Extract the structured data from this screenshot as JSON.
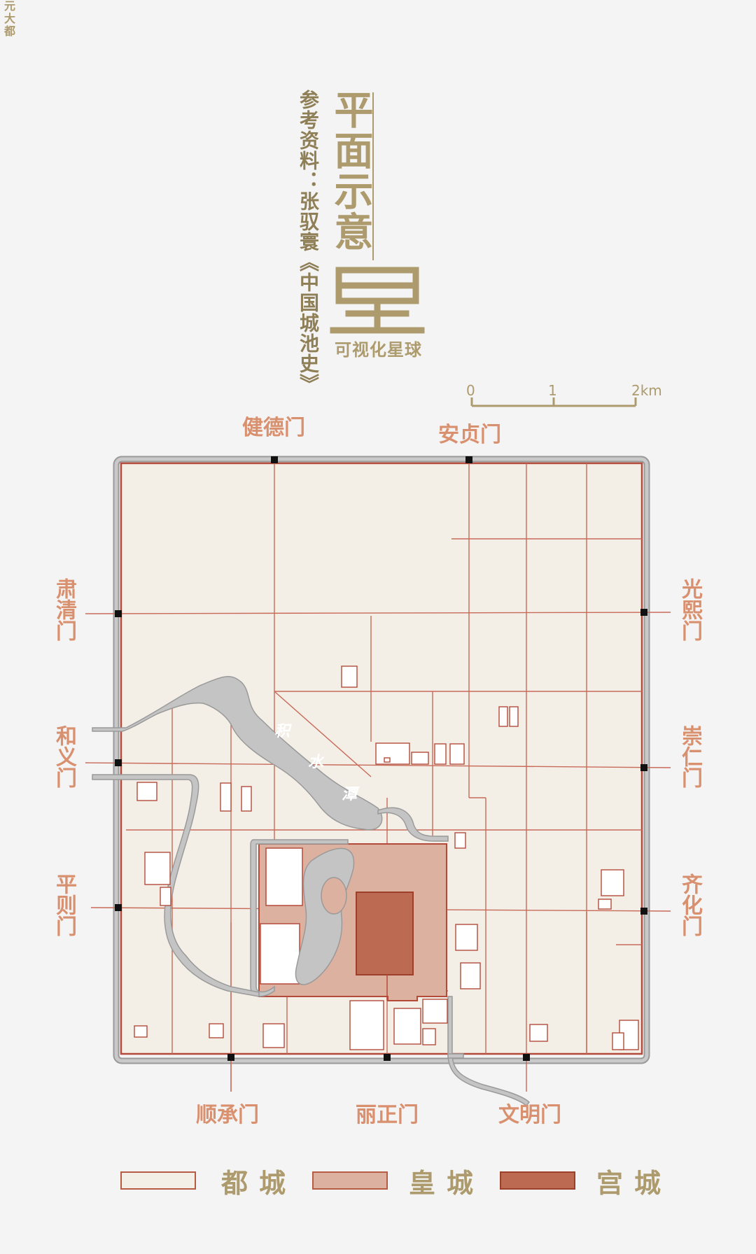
{
  "title": {
    "main": "元大都",
    "sub": "平面示意",
    "source": "参考资料：张驭寰《中国城池史》",
    "brand_text": "可视化星球"
  },
  "scale_bar": {
    "labels": [
      "0",
      "1",
      "2km"
    ]
  },
  "gates": {
    "north_west": "健德门",
    "north_east": "安贞门",
    "west_1": "肃清门",
    "west_2": "和义门",
    "west_3": "平则门",
    "east_1": "光熙门",
    "east_2": "崇仁门",
    "east_3": "齐化门",
    "south_1": "顺承门",
    "south_2": "丽正门",
    "south_3": "文明门"
  },
  "lake": {
    "chars": [
      "积",
      "水",
      "潭"
    ]
  },
  "legend": {
    "items": [
      {
        "label": "都城",
        "fill": "#f3efe7",
        "stroke": "#b65c43"
      },
      {
        "label": "皇城",
        "fill": "#ddb1a0",
        "stroke": "#b65c43"
      },
      {
        "label": "宫城",
        "fill": "#bd6a52",
        "stroke": "#9c3f2b"
      }
    ]
  },
  "colors": {
    "background": "#f4f4f4",
    "capital_fill": "#f3efe7",
    "imperial_fill": "#ddb1a0",
    "palace_fill": "#bd6a52",
    "wall_line": "#b44b3a",
    "road_line": "#c86a58",
    "water_fill": "#c4c4c4",
    "water_stroke": "#9a9a9a",
    "title_gold": "#ad9b6e",
    "gate_text": "#d9906f"
  }
}
